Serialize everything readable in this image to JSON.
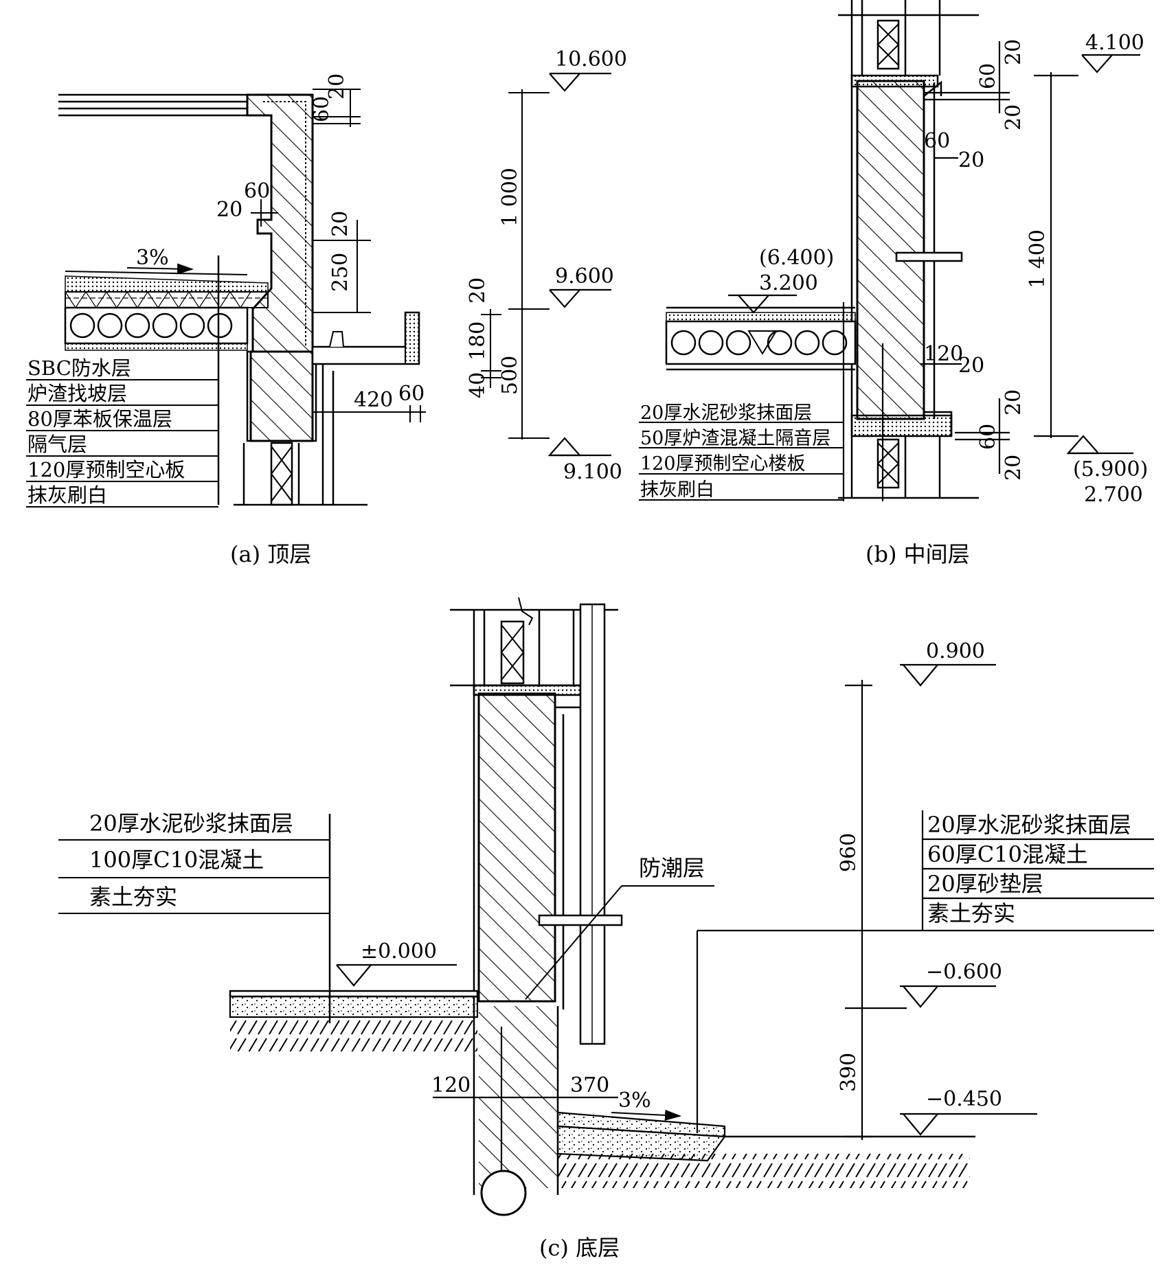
{
  "panel_a": {
    "caption": "(a) 顶层",
    "layers": [
      "SBC防水层",
      "炉渣找坡层",
      "80厚苯板保温层",
      "隔气层",
      "120厚预制空心板",
      "抹灰刷白"
    ],
    "slope": "3%",
    "elevations": [
      "10.600",
      "9.600",
      "9.100"
    ],
    "dims": [
      "60",
      "20",
      "60",
      "20",
      "20",
      "250",
      "420",
      "60",
      "1 000",
      "20",
      "180",
      "40",
      "500"
    ]
  },
  "panel_b": {
    "caption": "(b) 中间层",
    "layers": [
      "20厚水泥砂浆抹面层",
      "50厚炉渣混凝土隔音层",
      "120厚预制空心楼板",
      "抹灰刷白"
    ],
    "elevations": [
      "4.100",
      "(6.400)",
      "3.200",
      "(5.900)",
      "2.700"
    ],
    "dims": [
      "60",
      "20",
      "20",
      "60",
      "20",
      "120",
      "20",
      "20",
      "60",
      "20",
      "1 400"
    ]
  },
  "panel_c": {
    "caption": "(c) 底层",
    "left_layers": [
      "20厚水泥砂浆抹面层",
      "100厚C10混凝土",
      "素土夯实"
    ],
    "right_layers": [
      "20厚水泥砂浆抹面层",
      "60厚C10混凝土",
      "20厚砂垫层",
      "素土夯实"
    ],
    "dpc": "防潮层",
    "slope": "3%",
    "elevations": [
      "0.900",
      "±0.000",
      "−0.600",
      "−0.450"
    ],
    "dims": [
      "960",
      "390",
      "120",
      "370"
    ]
  }
}
